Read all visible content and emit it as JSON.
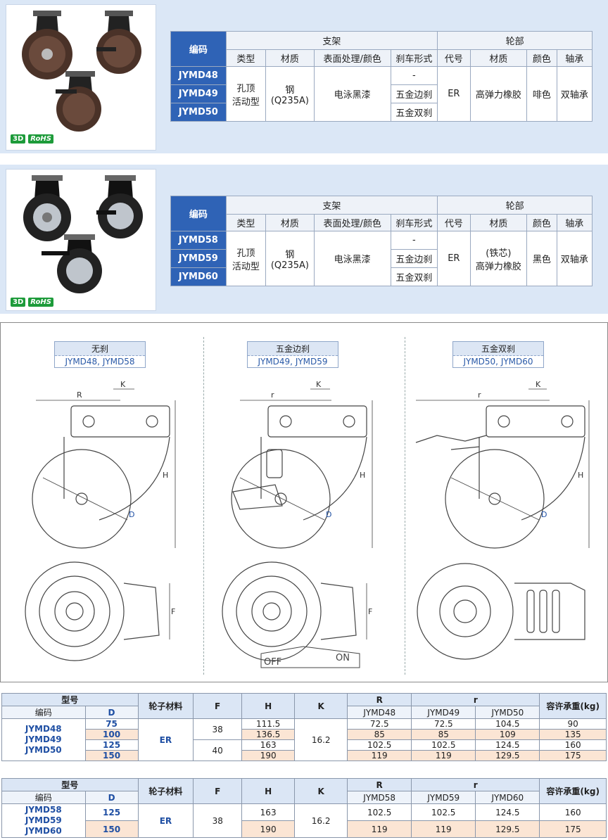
{
  "spec_headers": {
    "code": "编码",
    "bracket": "支架",
    "wheel": "轮部",
    "type": "类型",
    "material": "材质",
    "surface": "表面处理/颜色",
    "brake": "刹车形式",
    "wheel_code": "代号",
    "wheel_material": "材质",
    "color": "颜色",
    "bearing": "轴承"
  },
  "badges": {
    "three_d": "3D",
    "rohs": "RoHS"
  },
  "group1": {
    "codes": [
      "JYMD48",
      "JYMD49",
      "JYMD50"
    ],
    "type": "孔顶\n活动型",
    "material": "钢\n(Q235A)",
    "surface": "电泳黑漆",
    "brakes": [
      "-",
      "五金边刹",
      "五金双刹"
    ],
    "wheel_code": "ER",
    "wheel_material": "高弹力橡胶",
    "color": "啡色",
    "bearing": "双轴承"
  },
  "group2": {
    "codes": [
      "JYMD58",
      "JYMD59",
      "JYMD60"
    ],
    "type": "孔顶\n活动型",
    "material": "钢\n(Q235A)",
    "surface": "电泳黑漆",
    "brakes": [
      "-",
      "五金边刹",
      "五金双刹"
    ],
    "wheel_code": "ER",
    "wheel_material": "(铁芯)\n高弹力橡胶",
    "color": "黑色",
    "bearing": "双轴承"
  },
  "drawings": [
    {
      "title": "无刹",
      "models": "JYMD48, JYMD58",
      "dim_r": "R",
      "dim_k": "K",
      "dim_h": "H",
      "dim_d": "D",
      "dim_f": "F"
    },
    {
      "title": "五金边刹",
      "models": "JYMD49, JYMD59",
      "dim_r": "r",
      "dim_k": "K",
      "dim_h": "H",
      "dim_d": "D",
      "dim_f": "F",
      "off": "OFF",
      "on": "ON"
    },
    {
      "title": "五金双刹",
      "models": "JYMD50, JYMD60",
      "dim_r": "r",
      "dim_k": "K",
      "dim_h": "H",
      "dim_d": "D"
    }
  ],
  "dim_headers": {
    "model": "型号",
    "code": "编码",
    "d": "D",
    "wheel_material": "轮子材料",
    "f": "F",
    "h": "H",
    "k": "K",
    "R": "R",
    "r": "r",
    "load": "容许承重(kg)"
  },
  "table1": {
    "sub": [
      "JYMD48",
      "JYMD49",
      "JYMD50"
    ],
    "codes": "JYMD48\nJYMD49\nJYMD50",
    "material": "ER",
    "k": "16.2",
    "f": [
      "38",
      "40"
    ],
    "rows": [
      {
        "d": "75",
        "h": "111.5",
        "R": "72.5",
        "r1": "72.5",
        "r2": "104.5",
        "load": "90"
      },
      {
        "d": "100",
        "h": "136.5",
        "R": "85",
        "r1": "85",
        "r2": "109",
        "load": "135"
      },
      {
        "d": "125",
        "h": "163",
        "R": "102.5",
        "r1": "102.5",
        "r2": "124.5",
        "load": "160"
      },
      {
        "d": "150",
        "h": "190",
        "R": "119",
        "r1": "119",
        "r2": "129.5",
        "load": "175"
      }
    ]
  },
  "table2": {
    "sub": [
      "JYMD58",
      "JYMD59",
      "JYMD60"
    ],
    "codes": "JYMD58\nJYMD59\nJYMD60",
    "material": "ER",
    "k": "16.2",
    "f": "38",
    "rows": [
      {
        "d": "125",
        "h": "163",
        "R": "102.5",
        "r1": "102.5",
        "r2": "124.5",
        "load": "160"
      },
      {
        "d": "150",
        "h": "190",
        "R": "119",
        "r1": "119",
        "r2": "129.5",
        "load": "175"
      }
    ]
  }
}
